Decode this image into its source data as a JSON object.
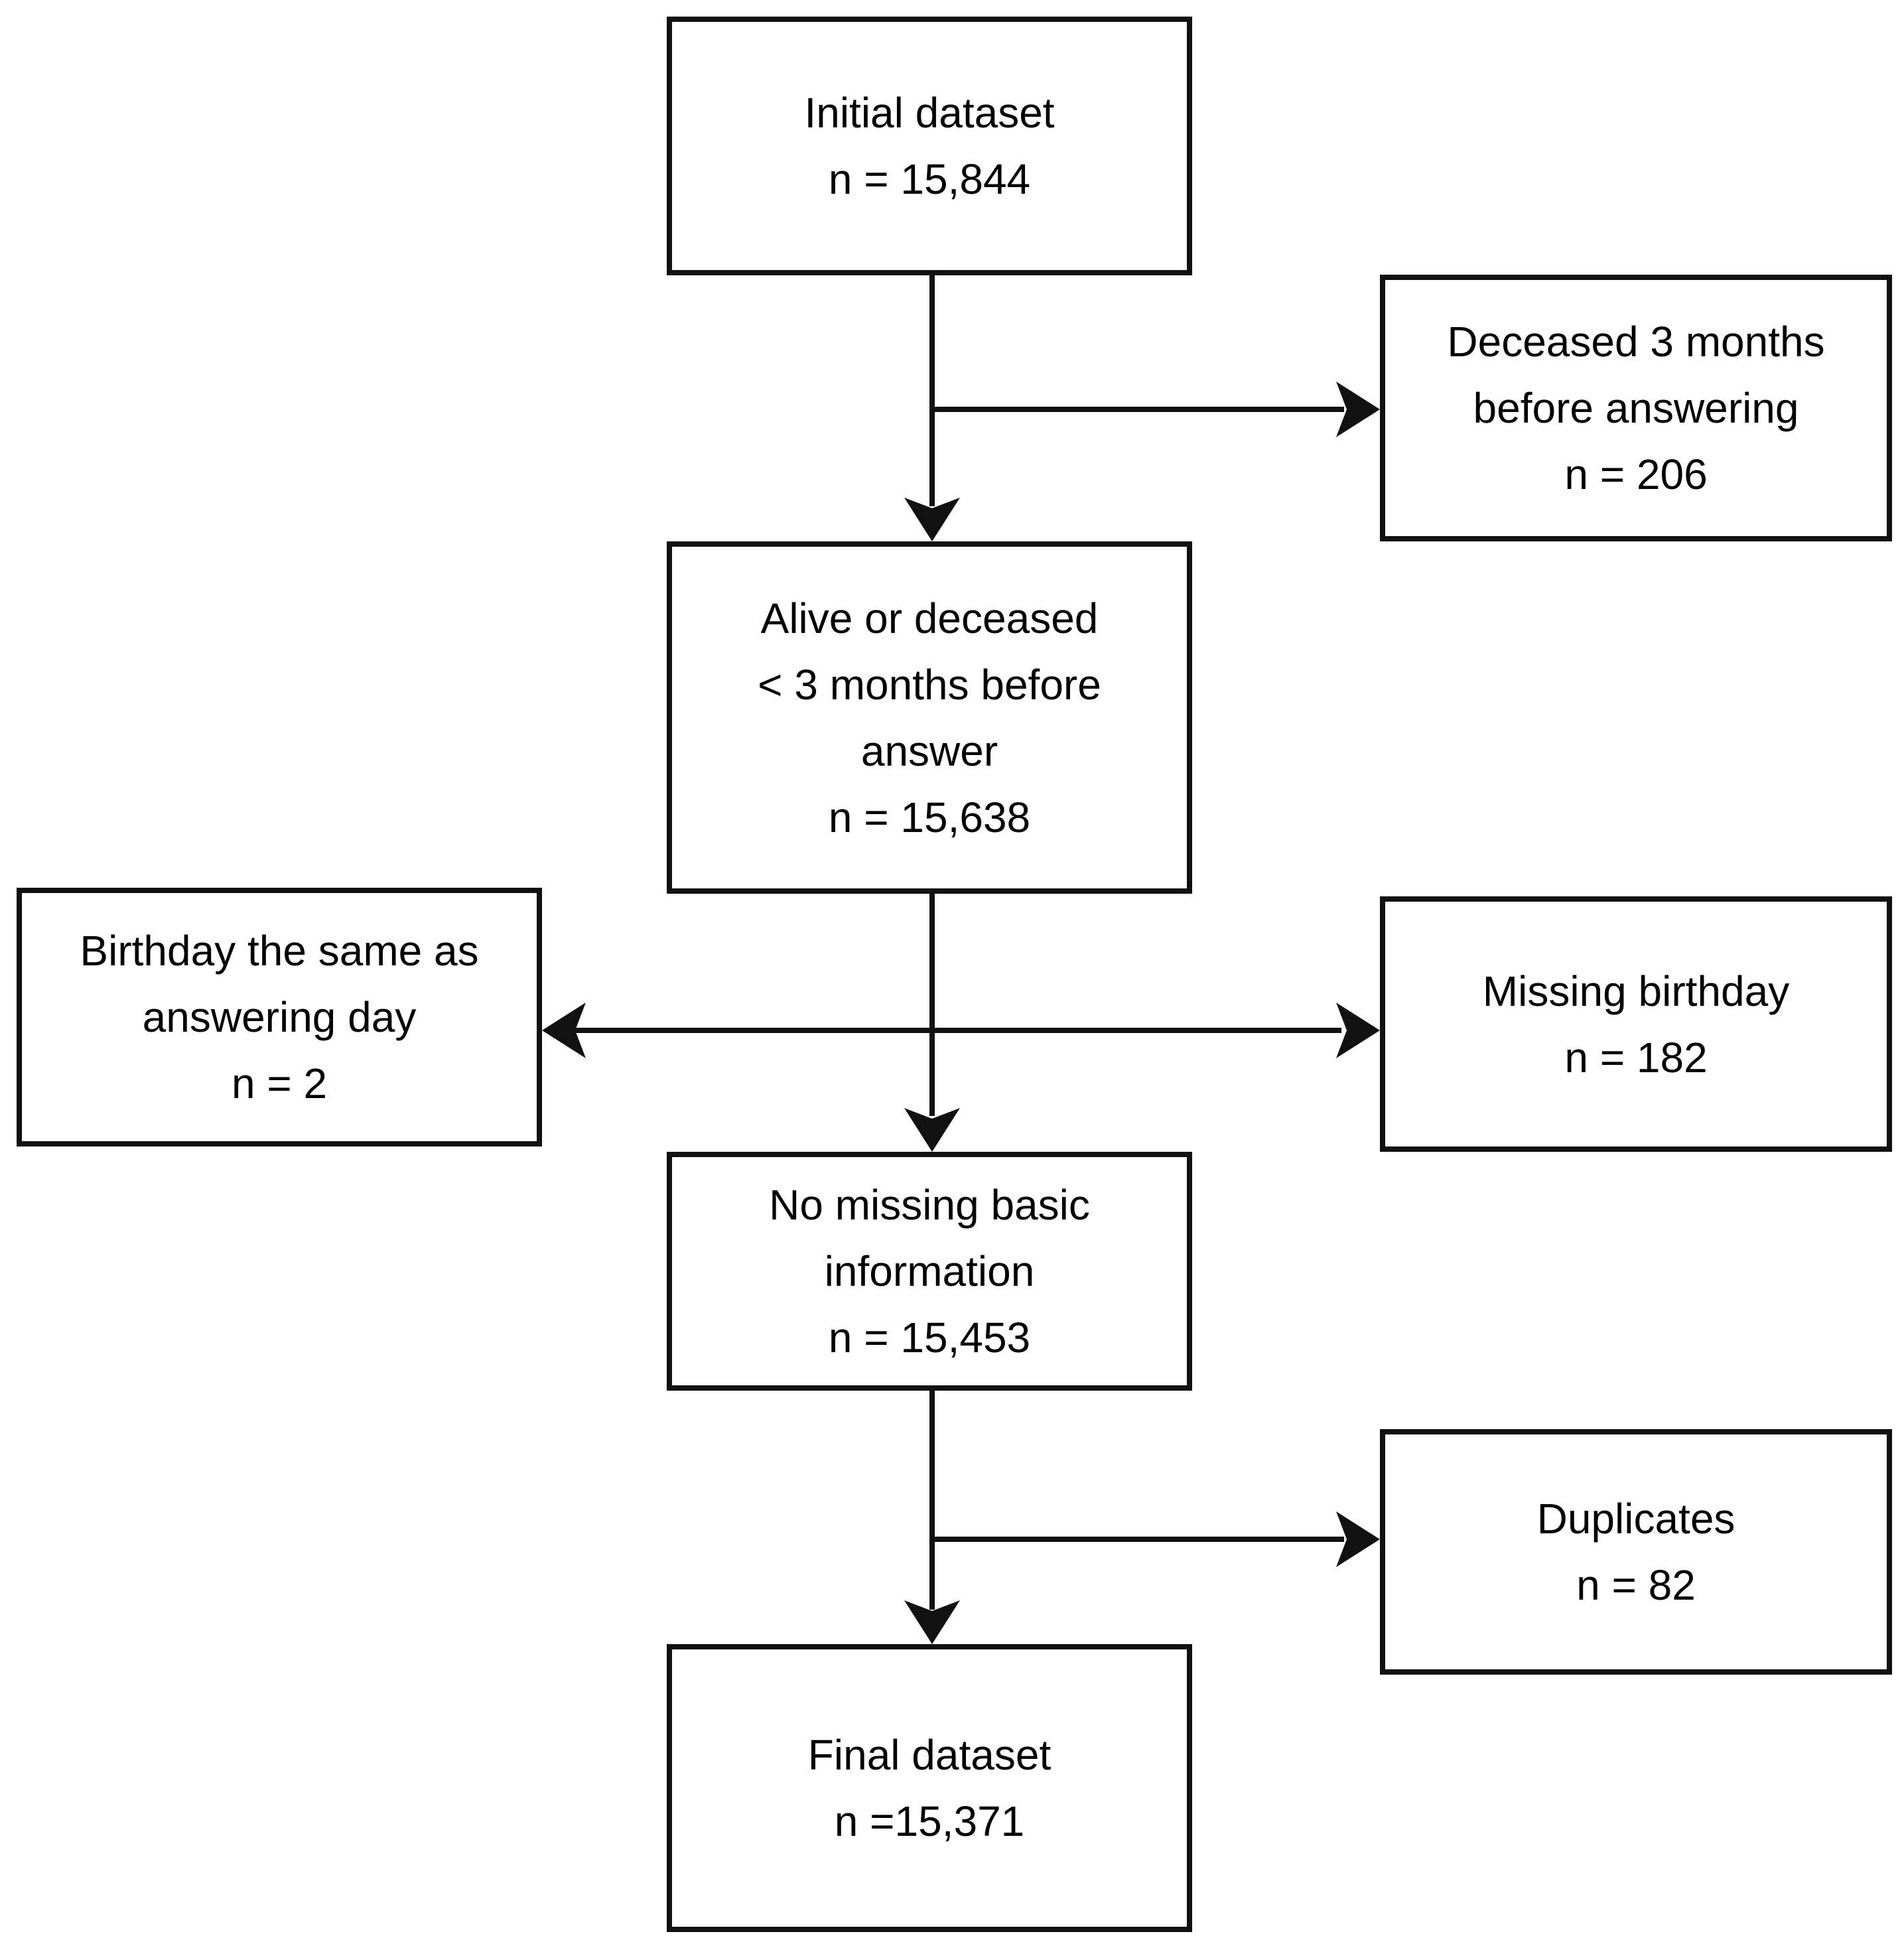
{
  "diagram_type": "flowchart",
  "boxes": {
    "initial": {
      "lines": [
        "Initial dataset",
        "n = 15,844"
      ]
    },
    "deceased": {
      "lines": [
        "Deceased 3 months",
        "before answering",
        "n = 206"
      ]
    },
    "alive": {
      "lines": [
        "Alive or deceased",
        "< 3 months before",
        "answer",
        "n = 15,638"
      ]
    },
    "birthday_same": {
      "lines": [
        "Birthday the same as",
        "answering day",
        "n = 2"
      ]
    },
    "missing_birthday": {
      "lines": [
        "Missing birthday",
        "n = 182"
      ]
    },
    "no_missing": {
      "lines": [
        "No missing basic",
        "information",
        "n = 15,453"
      ]
    },
    "duplicates": {
      "lines": [
        "Duplicates",
        "n = 82"
      ]
    },
    "final": {
      "lines": [
        "Final dataset",
        "n =15,371"
      ]
    }
  },
  "edges": [
    {
      "from": "initial",
      "to": "alive",
      "direction": "down"
    },
    {
      "from": "initial",
      "to": "deceased",
      "direction": "right"
    },
    {
      "from": "alive",
      "to": "no_missing",
      "direction": "down"
    },
    {
      "from": "alive",
      "to": "missing_birthday",
      "direction": "right"
    },
    {
      "from": "alive",
      "to": "birthday_same",
      "direction": "left"
    },
    {
      "from": "no_missing",
      "to": "final",
      "direction": "down"
    },
    {
      "from": "no_missing",
      "to": "duplicates",
      "direction": "right"
    }
  ],
  "colors": {
    "line": "#111111",
    "box_border": "#111111",
    "box_fill": "#ffffff",
    "text": "#000000",
    "background": "#ffffff"
  }
}
